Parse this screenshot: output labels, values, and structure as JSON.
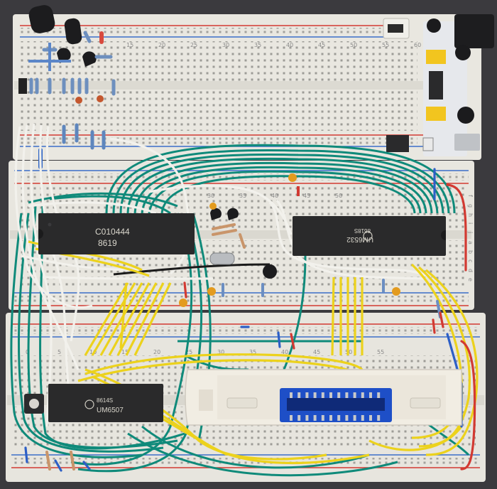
{
  "chips": [
    {
      "line1": "C010444",
      "line2": "8619"
    },
    {
      "line1": "UM6532",
      "line2": "8618S"
    },
    {
      "line1": "8614S",
      "line2": "UM6507"
    }
  ],
  "breadboard_numbers": {
    "top_board": [
      "15",
      "20",
      "25",
      "30",
      "35",
      "40",
      "45",
      "50",
      "55",
      "60"
    ],
    "middle_board": [
      "30",
      "35",
      "40",
      "45",
      "50"
    ],
    "lower_board": [
      "0",
      "5",
      "10",
      "15",
      "20",
      "25",
      "30",
      "35",
      "40",
      "45",
      "50",
      "55"
    ],
    "row_letters": [
      "f",
      "g",
      "h",
      "i",
      "j",
      "a",
      "b",
      "c",
      "d",
      "e"
    ]
  },
  "colors": {
    "board": "#e8e6df",
    "rail_red": "#d23a32",
    "rail_blue": "#3b6fc9",
    "wire_green": "#0f8a7a",
    "wire_yellow": "#ecd21c",
    "wire_white": "#f1f0ec",
    "chip": "#2a2a2b",
    "cartridge": "#f1ede3",
    "connector": "#1f4fc9"
  }
}
